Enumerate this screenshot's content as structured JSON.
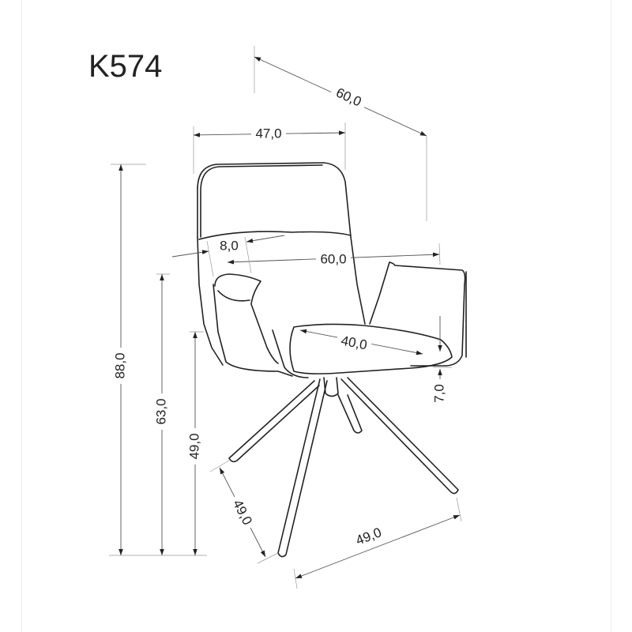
{
  "title": "K574",
  "dimensions": {
    "depth_top": "60,0",
    "back_width": "47,0",
    "total_height": "88,0",
    "armrest_height": "63,0",
    "seat_height": "49,0",
    "base_depth": "49,0",
    "base_width": "49,0",
    "armrest_thickness": "7,0",
    "seat_depth": "40,0",
    "total_width": "60,0",
    "armrest_width": "8,0"
  }
}
